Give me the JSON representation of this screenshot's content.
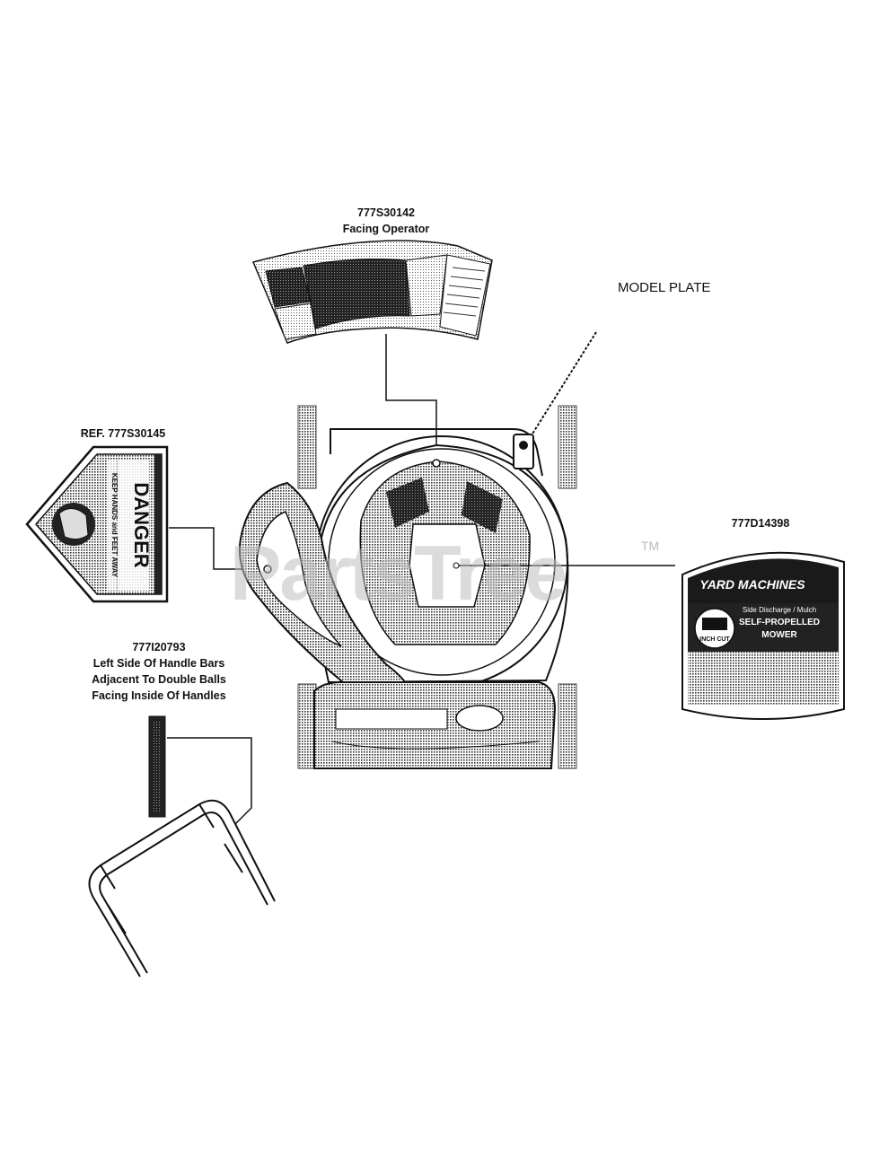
{
  "labels": {
    "facing_operator_part": "777S30142",
    "facing_operator_text": "Facing Operator",
    "model_plate": "MODEL PLATE",
    "danger_ref": "REF. 777S30145",
    "yard_machines_part": "777D14398",
    "handle_part": "777I20793",
    "handle_line1": "Left Side Of Handle Bars",
    "handle_line2": "Adjacent To Double Balls",
    "handle_line3": "Facing Inside Of Handles"
  },
  "danger_decal": {
    "word": "DANGER",
    "subtitle": "KEEP HANDS and FEET AWAY"
  },
  "yard_machines_decal": {
    "brand": "YARD MACHINES",
    "subtitle": "Side Discharge / Mulch",
    "line1": "SELF-PROPELLED",
    "line2": "MOWER",
    "cut_label": "INCH CUT"
  },
  "watermark": {
    "text": "PartsTree",
    "tm": "TM"
  },
  "colors": {
    "ink": "#111111",
    "halftone": "#9a9a9a",
    "decal_dark": "#2a2a2a"
  }
}
